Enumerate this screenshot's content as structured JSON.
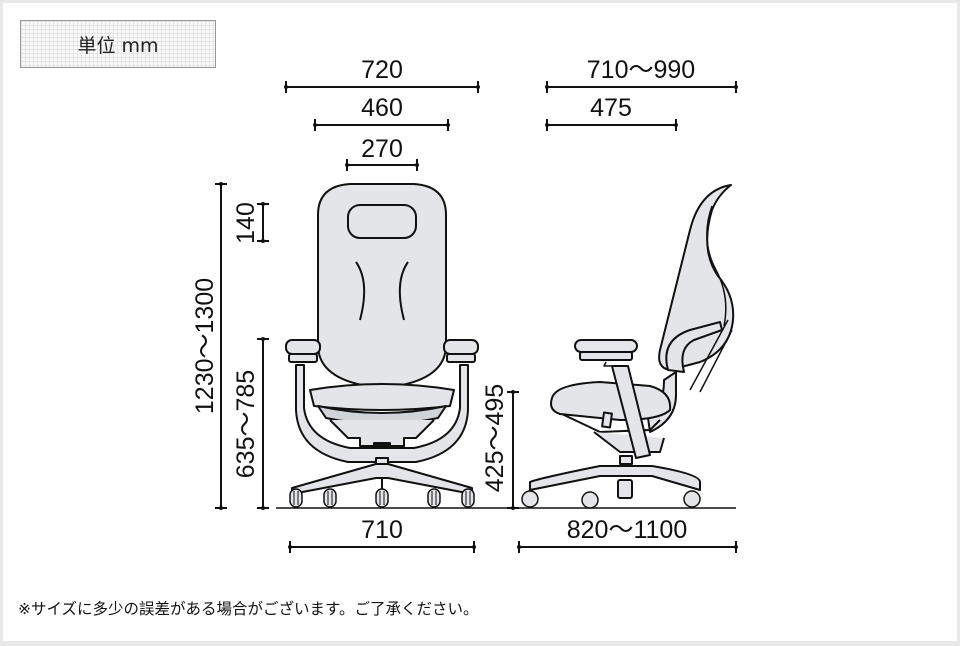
{
  "unit_label": "単位 mm",
  "note": "※サイズに多少の誤差がある場合がございます。ご了承ください。",
  "front_view": {
    "overall_width": "720",
    "armrest_outer_width": "460",
    "headrest_width": "270",
    "headrest_height": "140",
    "overall_height": "1230〜1300",
    "armrest_height": "635〜785",
    "base_width": "710"
  },
  "side_view": {
    "overall_depth": "710〜990",
    "seat_depth": "475",
    "seat_height": "425〜495",
    "base_depth_range": "820〜1100"
  },
  "colors": {
    "chair_fill": "#e3e5e8",
    "line": "#111111",
    "background": "#ffffff",
    "outer_frame": "#e8e8e8"
  }
}
